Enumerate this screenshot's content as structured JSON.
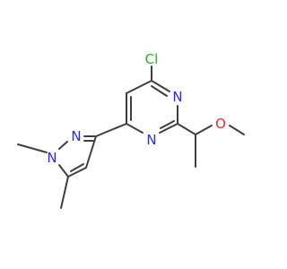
{
  "colors": {
    "bond": "#3f3f3f",
    "nitrogen": "#2a2aee",
    "oxygen": "#ee2a2a",
    "chlorine": "#22b522",
    "background": "#ffffff"
  },
  "atoms": {
    "chlorine": "Cl",
    "pyrimidine_n_upper": "N",
    "pyrimidine_n_lower": "N",
    "pyrazole_n2": "N",
    "pyrazole_n1": "N",
    "methoxy_o": "O"
  }
}
